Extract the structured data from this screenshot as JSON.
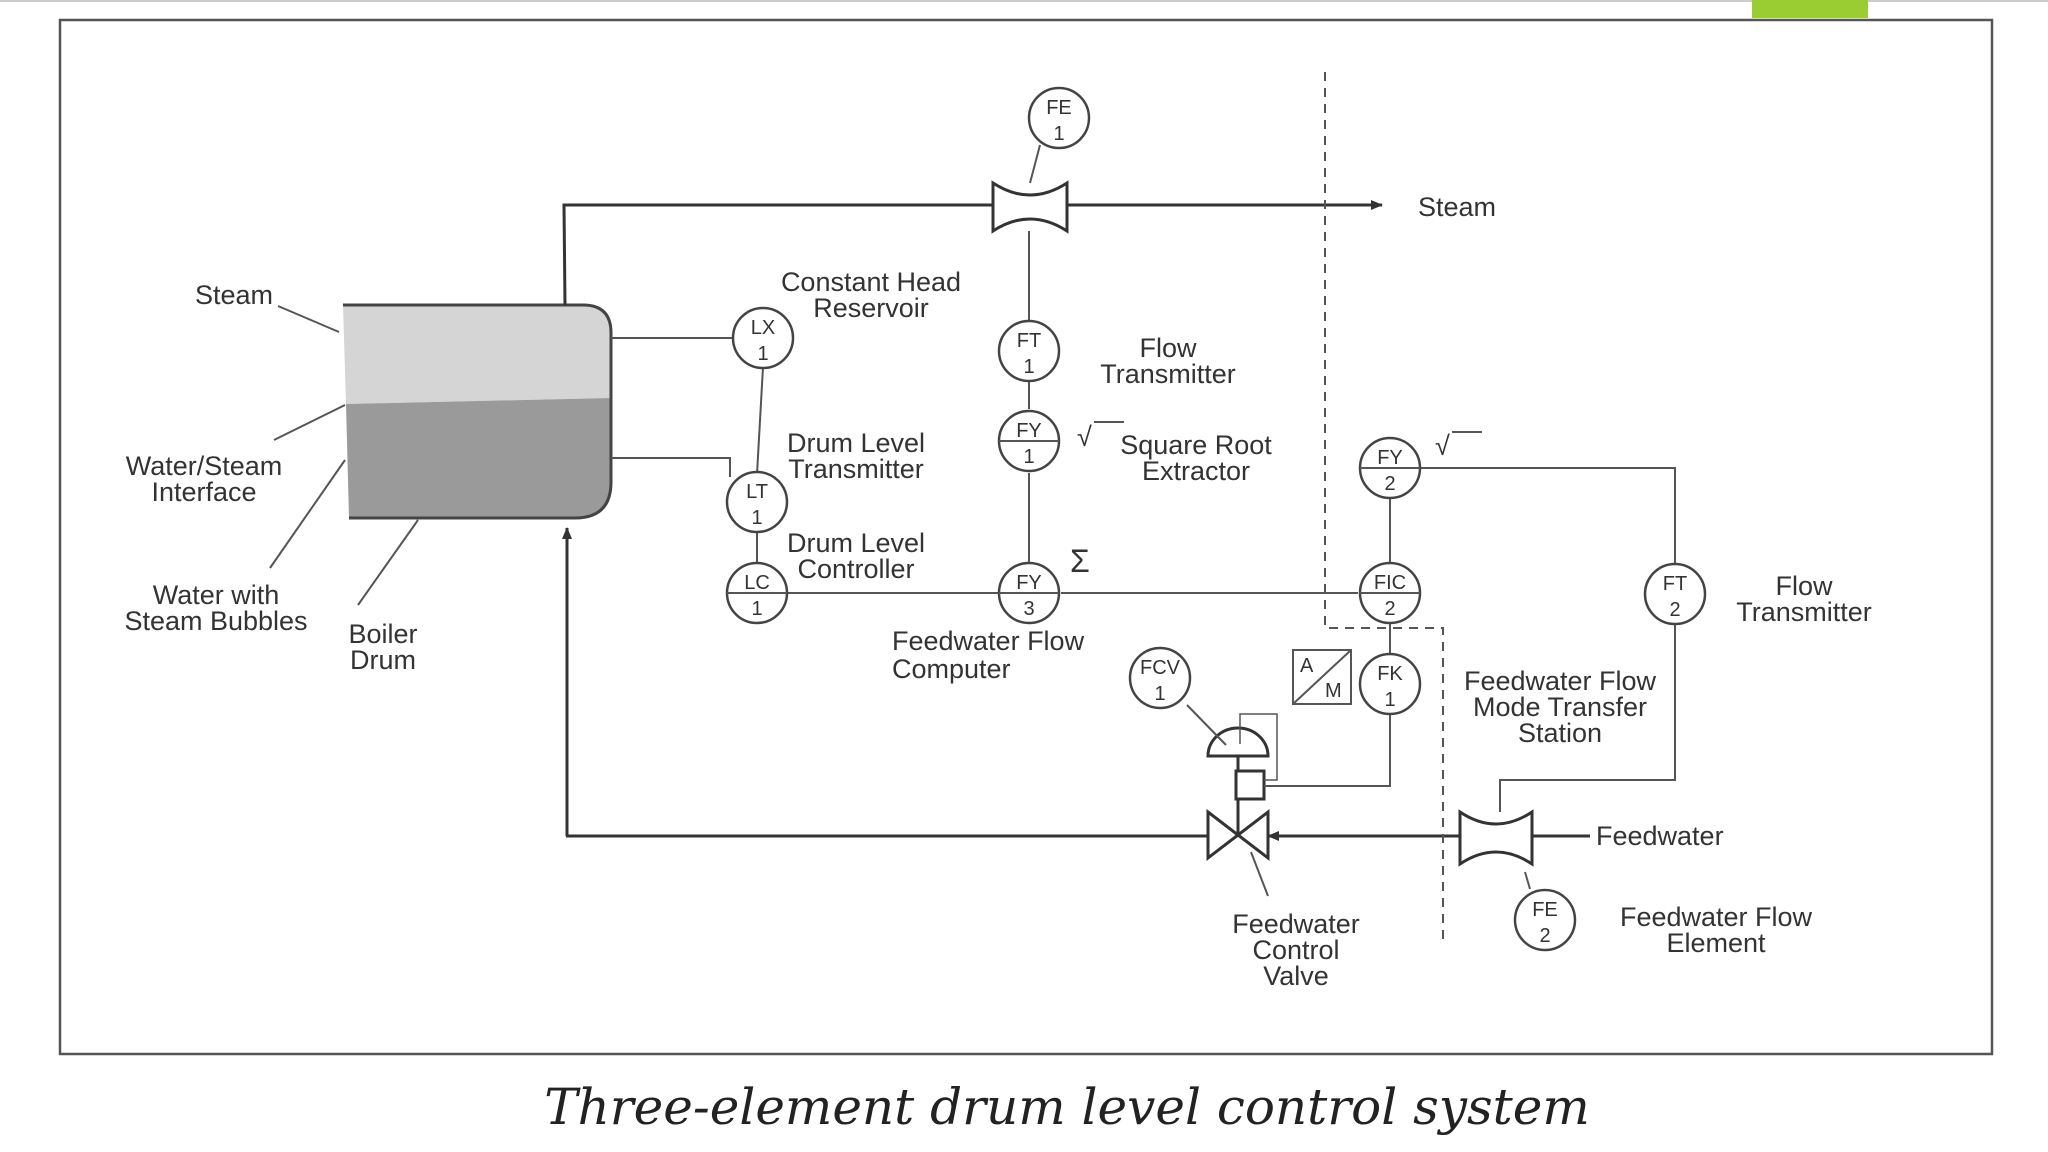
{
  "colors": {
    "accent": "#9ACD32",
    "steam_fill": "#d5d5d5",
    "water_fill": "#9a9a9a",
    "line": "#555555"
  },
  "labels": {
    "steam_out": "Steam",
    "steam_drum": "Steam",
    "water_steam_interface": [
      "Water/Steam",
      "Interface"
    ],
    "water_bubbles": [
      "Water with",
      "Steam Bubbles"
    ],
    "boiler_drum": [
      "Boiler",
      "Drum"
    ],
    "constant_head_reservoir": [
      "Constant Head",
      "Reservoir"
    ],
    "drum_level_transmitter": [
      "Drum Level",
      "Transmitter"
    ],
    "drum_level_controller": [
      "Drum Level",
      "Controller"
    ],
    "flow_transmitter_1": [
      "Flow",
      "Transmitter"
    ],
    "square_root_extractor": [
      "Square  Root",
      "Extractor"
    ],
    "feedwater_flow_computer": [
      "Feedwater Flow",
      "Computer"
    ],
    "flow_transmitter_2": [
      "Flow",
      "Transmitter"
    ],
    "mode_transfer_station": [
      "Feedwater Flow",
      "Mode Transfer",
      "Station"
    ],
    "feedwater": "Feedwater",
    "feedwater_flow_element": [
      "Feedwater Flow",
      "Element"
    ],
    "feedwater_control_valve": [
      "Feedwater",
      "Control",
      "Valve"
    ],
    "sqrt_symbol": "√",
    "sigma_symbol": "Σ",
    "am_top": "A",
    "am_bottom": "M"
  },
  "instruments": {
    "fe1": [
      "FE",
      "1"
    ],
    "ft1": [
      "FT",
      "1"
    ],
    "fy1": [
      "FY",
      "1"
    ],
    "fy3": [
      "FY",
      "3"
    ],
    "lx1": [
      "LX",
      "1"
    ],
    "lt1": [
      "LT",
      "1"
    ],
    "lc1": [
      "LC",
      "1"
    ],
    "fy2": [
      "FY",
      "2"
    ],
    "fic2": [
      "FIC",
      "2"
    ],
    "fk1": [
      "FK",
      "1"
    ],
    "fcv1": [
      "FCV",
      "1"
    ],
    "ft2": [
      "FT",
      "2"
    ],
    "fe2": [
      "FE",
      "2"
    ]
  },
  "caption": "Three-element drum level control system"
}
